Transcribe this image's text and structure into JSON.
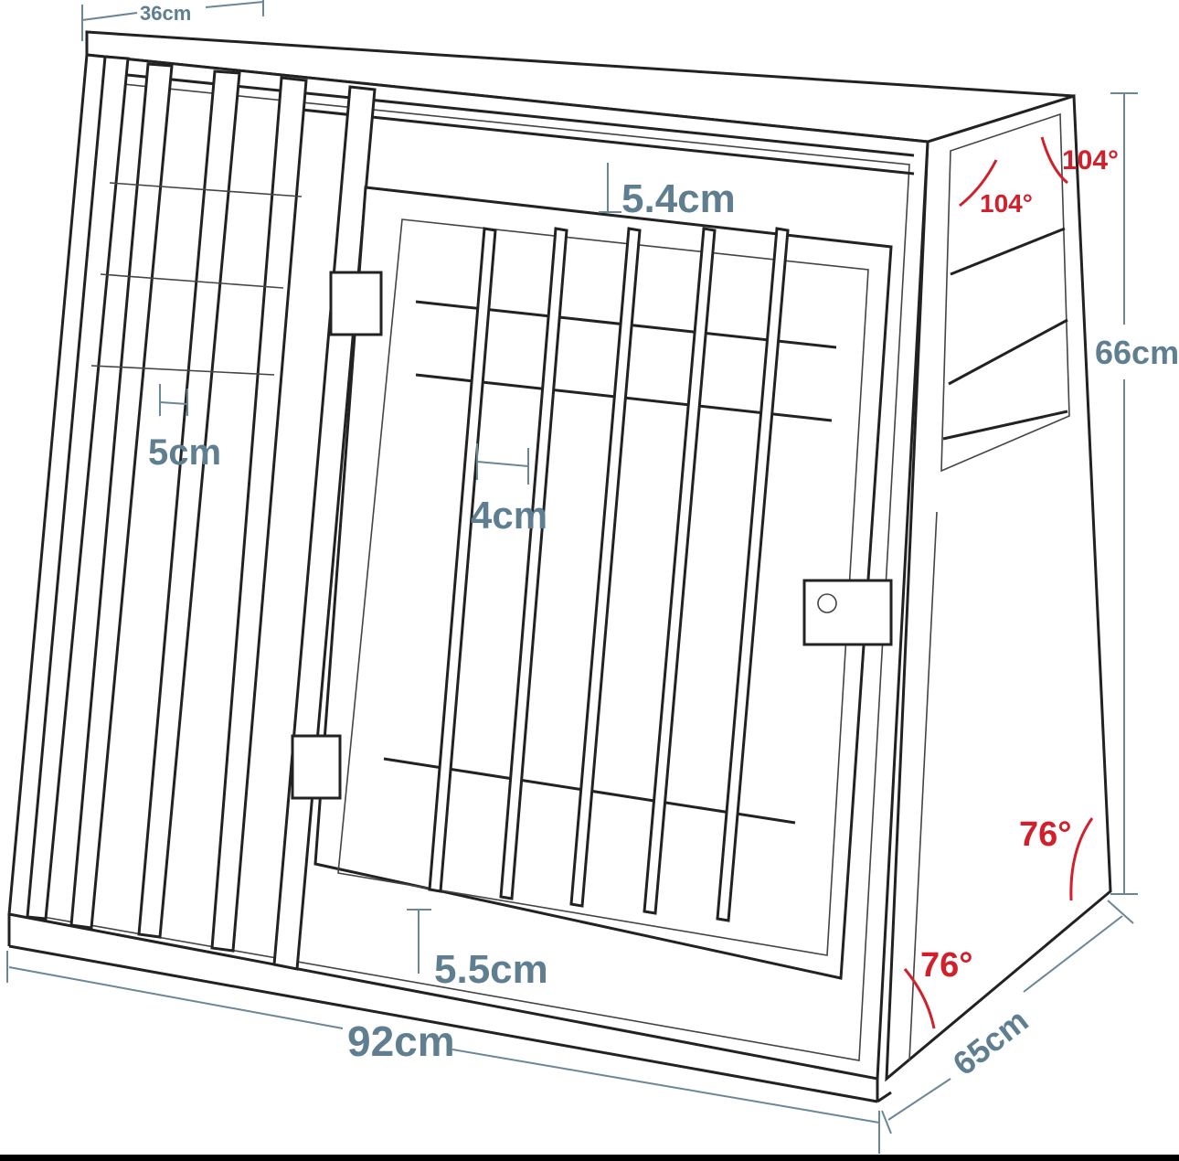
{
  "diagram": {
    "title": "Dog crate dimensions",
    "dimensions": {
      "top_depth": "36cm",
      "height": "66cm",
      "top_gap": "5.4cm",
      "side_bar_spacing": "5cm",
      "door_bar_spacing": "4cm",
      "bottom_gap": "5.5cm",
      "width": "92cm",
      "depth": "65cm"
    },
    "angles": {
      "top_front": "104°",
      "top_rear": "104°",
      "bottom_rear": "76°",
      "bottom_front": "76°"
    },
    "colors": {
      "dimension": "#5f7f90",
      "angle": "#d21f2b",
      "line": "#222222"
    }
  }
}
